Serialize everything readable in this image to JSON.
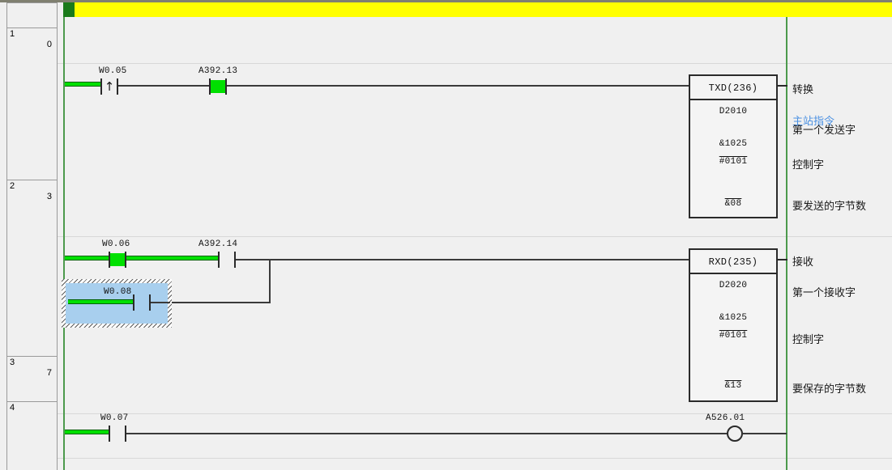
{
  "editor": {
    "type": "ladder-diagram",
    "cursor_band_color": "#ffff00",
    "cursor_marker_color": "#1a7a1a",
    "rail_color": "#4c9a4c",
    "power_flow_color": "#00e000",
    "selection_color": "#a8cfee",
    "comment_highlight_color": "#4a90e2"
  },
  "gutter": {
    "rows": [
      {
        "number": "",
        "step": ""
      },
      {
        "number": "1",
        "step": "0"
      },
      {
        "number": "2",
        "step": "3"
      },
      {
        "number": "3",
        "step": "7"
      },
      {
        "number": "4",
        "step": ""
      }
    ]
  },
  "rungs": [
    {
      "id": "rung-1",
      "number": "1",
      "step": "0",
      "contacts": [
        {
          "name": "W0.05",
          "kind": "rising-edge",
          "energized": false
        },
        {
          "name": "A392.13",
          "kind": "normally-open",
          "energized": true
        }
      ],
      "block": {
        "title": "TXD(236)",
        "operands": [
          {
            "value": "D2010",
            "overline": false
          },
          {
            "value": "&1025",
            "overline": false
          },
          {
            "value": "#0101",
            "overline": true
          },
          {
            "value": "&08",
            "overline": true
          }
        ]
      },
      "comments": [
        {
          "text": "转换",
          "color": "black"
        },
        {
          "text": "主站指令",
          "color": "blue"
        },
        {
          "text": "第一个发送字",
          "color": "black"
        },
        {
          "text": "控制字",
          "color": "black"
        },
        {
          "text": "要发送的字节数",
          "color": "black"
        }
      ]
    },
    {
      "id": "rung-2",
      "number": "2",
      "step": "3",
      "contacts": [
        {
          "name": "W0.06",
          "kind": "normally-open",
          "energized": true
        },
        {
          "name": "A392.14",
          "kind": "normally-open",
          "energized": false
        },
        {
          "name": "W0.08",
          "kind": "normally-open",
          "energized": false,
          "selected": true
        }
      ],
      "block": {
        "title": "RXD(235)",
        "operands": [
          {
            "value": "D2020",
            "overline": false
          },
          {
            "value": "&1025",
            "overline": false
          },
          {
            "value": "#0101",
            "overline": true
          },
          {
            "value": "&13",
            "overline": true
          }
        ]
      },
      "comments": [
        {
          "text": "接收",
          "color": "black"
        },
        {
          "text": "第一个接收字",
          "color": "black"
        },
        {
          "text": "控制字",
          "color": "black"
        },
        {
          "text": "要保存的字节数",
          "color": "black"
        }
      ]
    },
    {
      "id": "rung-3",
      "number": "3",
      "step": "7",
      "contacts": [
        {
          "name": "W0.07",
          "kind": "normally-open",
          "energized": true
        }
      ],
      "coil": {
        "name": "A526.01",
        "kind": "output-coil"
      },
      "comments": []
    }
  ]
}
